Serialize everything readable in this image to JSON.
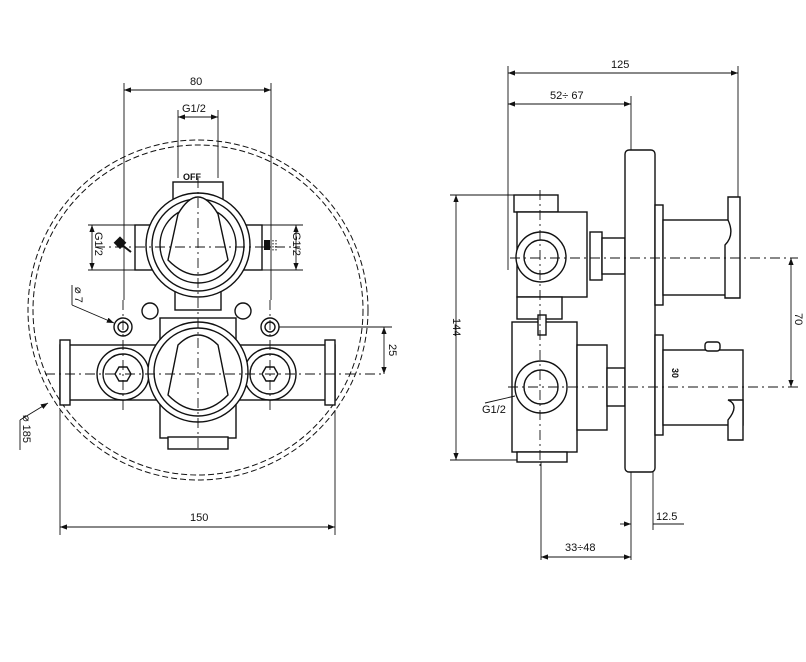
{
  "drawing": {
    "front_view": {
      "dim_width_valves": "80",
      "dim_inlet_top": "G1/2",
      "dim_inlet_left": "G1/2",
      "dim_inlet_right": "G1/2",
      "label_off": "OFF",
      "dim_hole": "⌀ 7",
      "dim_offset": "25",
      "dim_total_width": "150",
      "dim_plate_diameter": "⌀ 185",
      "icons": [
        "hand-shower-icon",
        "overhead-shower-icon"
      ]
    },
    "side_view": {
      "dim_total_depth": "125",
      "dim_install_depth": "52÷ 67",
      "dim_height": "144",
      "dim_center_distance": "70",
      "dim_plate": "12.5",
      "dim_wall_depth": "33÷48",
      "dim_outlet": "G1/2",
      "label_temp": "30"
    }
  }
}
